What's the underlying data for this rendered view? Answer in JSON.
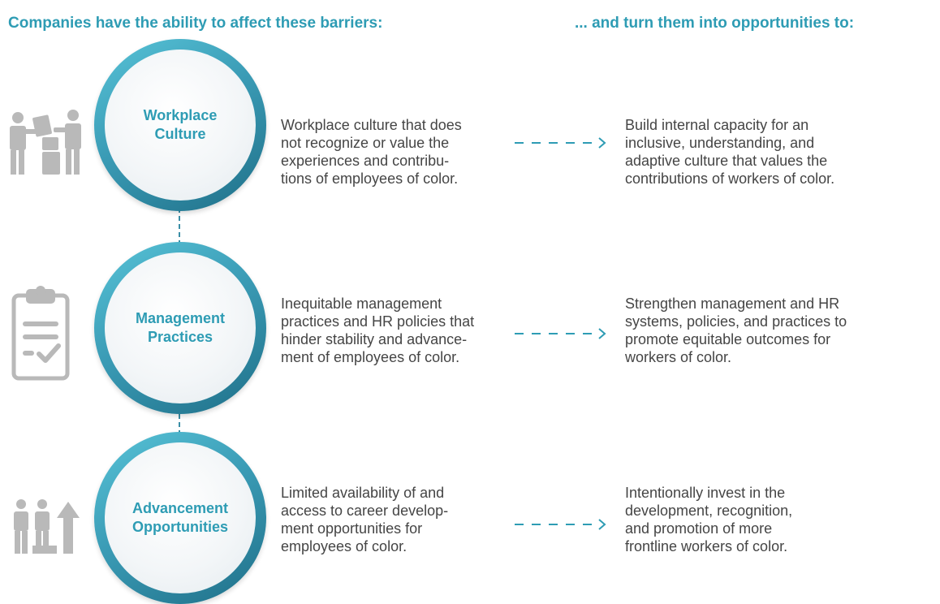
{
  "header": {
    "left": "Companies have the ability to affect these barriers:",
    "right": "... and turn them into opportunities to:"
  },
  "rows": [
    {
      "icon": "people-working-icon",
      "circle_label": "Workplace\nCulture",
      "barrier": "Workplace culture that does\nnot recognize or value the\nexperiences and contribu-\ntions of employees of color.",
      "opportunity": "Build internal capacity for an\ninclusive, understanding, and\nadaptive culture that values the\ncontributions of workers of color."
    },
    {
      "icon": "clipboard-checklist-icon",
      "circle_label": "Management\nPractices",
      "barrier": "Inequitable management\npractices and HR policies that\nhinder stability and advance-\nment of employees of color.",
      "opportunity": "Strengthen management and HR\nsystems, policies, and practices to\npromote equitable outcomes for\nworkers of color."
    },
    {
      "icon": "people-advancement-icon",
      "circle_label": "Advancement\nOpportunities",
      "barrier": "Limited availability of and\naccess to career develop-\nment opportunities for\nemployees of color.",
      "opportunity": "Intentionally invest in the\ndevelopment, recognition,\nand promotion of more\nfrontline workers of color."
    }
  ],
  "colors": {
    "accent": "#2e9cb4",
    "ring_dark": "#1f6f88",
    "icon_gray": "#b9b9b9",
    "text": "#454545"
  }
}
